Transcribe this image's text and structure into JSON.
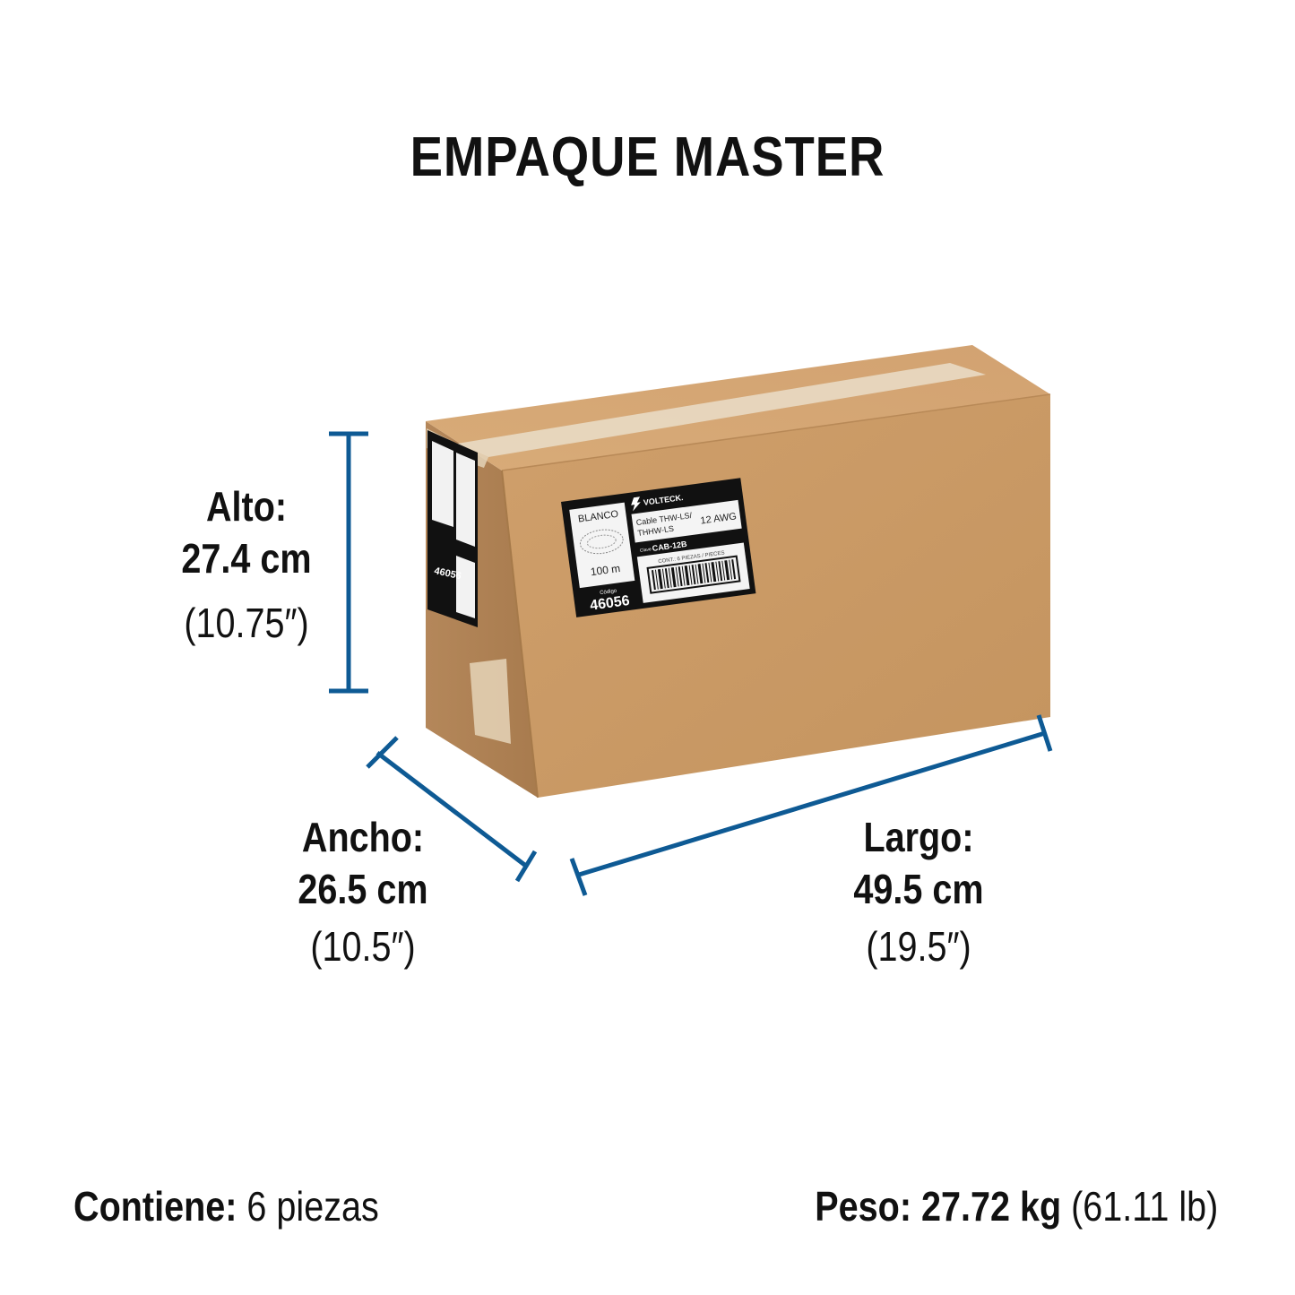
{
  "title": "EMPAQUE MASTER",
  "colors": {
    "dimension_line": "#0e5a94",
    "cardboard_front": "#c99a66",
    "cardboard_top": "#d5a774",
    "cardboard_side": "#b98a58",
    "tape": "#e6d6bf",
    "label_black": "#111111"
  },
  "dimensions": {
    "alto": {
      "label": "Alto:",
      "metric": "27.4 cm",
      "imperial": "(10.75″)"
    },
    "ancho": {
      "label": "Ancho:",
      "metric": "26.5 cm",
      "imperial": "(10.5″)"
    },
    "largo": {
      "label": "Largo:",
      "metric": "49.5 cm",
      "imperial": "(19.5″)"
    }
  },
  "footer": {
    "contiene_label": "Contiene:",
    "contiene_value": "6 piezas",
    "peso_label": "Peso:",
    "peso_value": "27.72 kg",
    "peso_imperial": "(61.11 lb)"
  },
  "box_label": {
    "brand": "VOLTECK.",
    "color": "BLANCO",
    "length": "100 m",
    "codigo_label": "Código",
    "codigo": "46056",
    "product_line1": "Cable THW-LS/",
    "product_line2": "THHW-LS",
    "gauge": "12 AWG",
    "clave_label": "Clave",
    "clave": "CAB-12B",
    "contents": "CONT.: 6 PIEZAS / PIECES",
    "icon": "lightning-bolt-icon"
  }
}
